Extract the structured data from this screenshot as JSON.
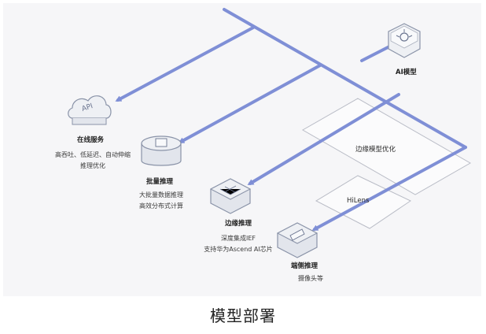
{
  "nodes": {
    "ai_model": {
      "title": "AI模型"
    },
    "online": {
      "title": "在线服务",
      "desc": [
        "高吞吐、低延迟、自动伸缩",
        "推理优化"
      ],
      "icon_text": "API"
    },
    "batch": {
      "title": "批量推理",
      "desc": [
        "大批量数据推理",
        "高效分布式计算"
      ]
    },
    "edge": {
      "title": "边缘推理",
      "desc": [
        "深度集成IEF",
        "支持华为Ascend AI芯片"
      ]
    },
    "device": {
      "title": "端侧推理",
      "desc": [
        "摄像头等"
      ]
    }
  },
  "panels": {
    "edge_opt": "边缘模型优化",
    "hilens": "HiLens"
  },
  "caption": "模型部署",
  "colors": {
    "flow": "#7f8fd6",
    "panel_bg": "#f6f6f8",
    "icon_fill": "#eef0f4",
    "icon_stroke": "#8a93a8"
  }
}
